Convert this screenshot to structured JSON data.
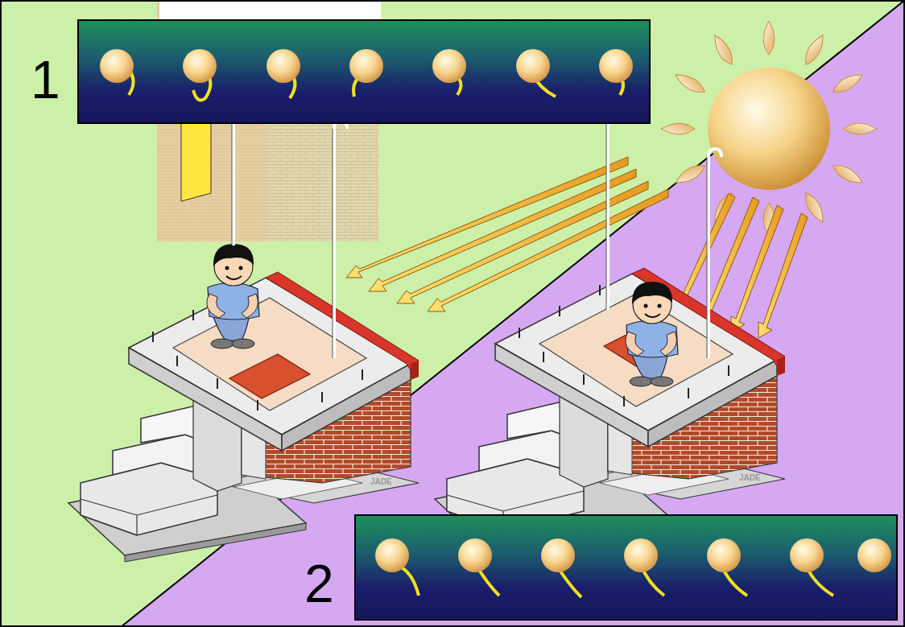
{
  "diagram": {
    "labels": [
      "1",
      "2",
      "JADE",
      "JADE"
    ]
  }
}
